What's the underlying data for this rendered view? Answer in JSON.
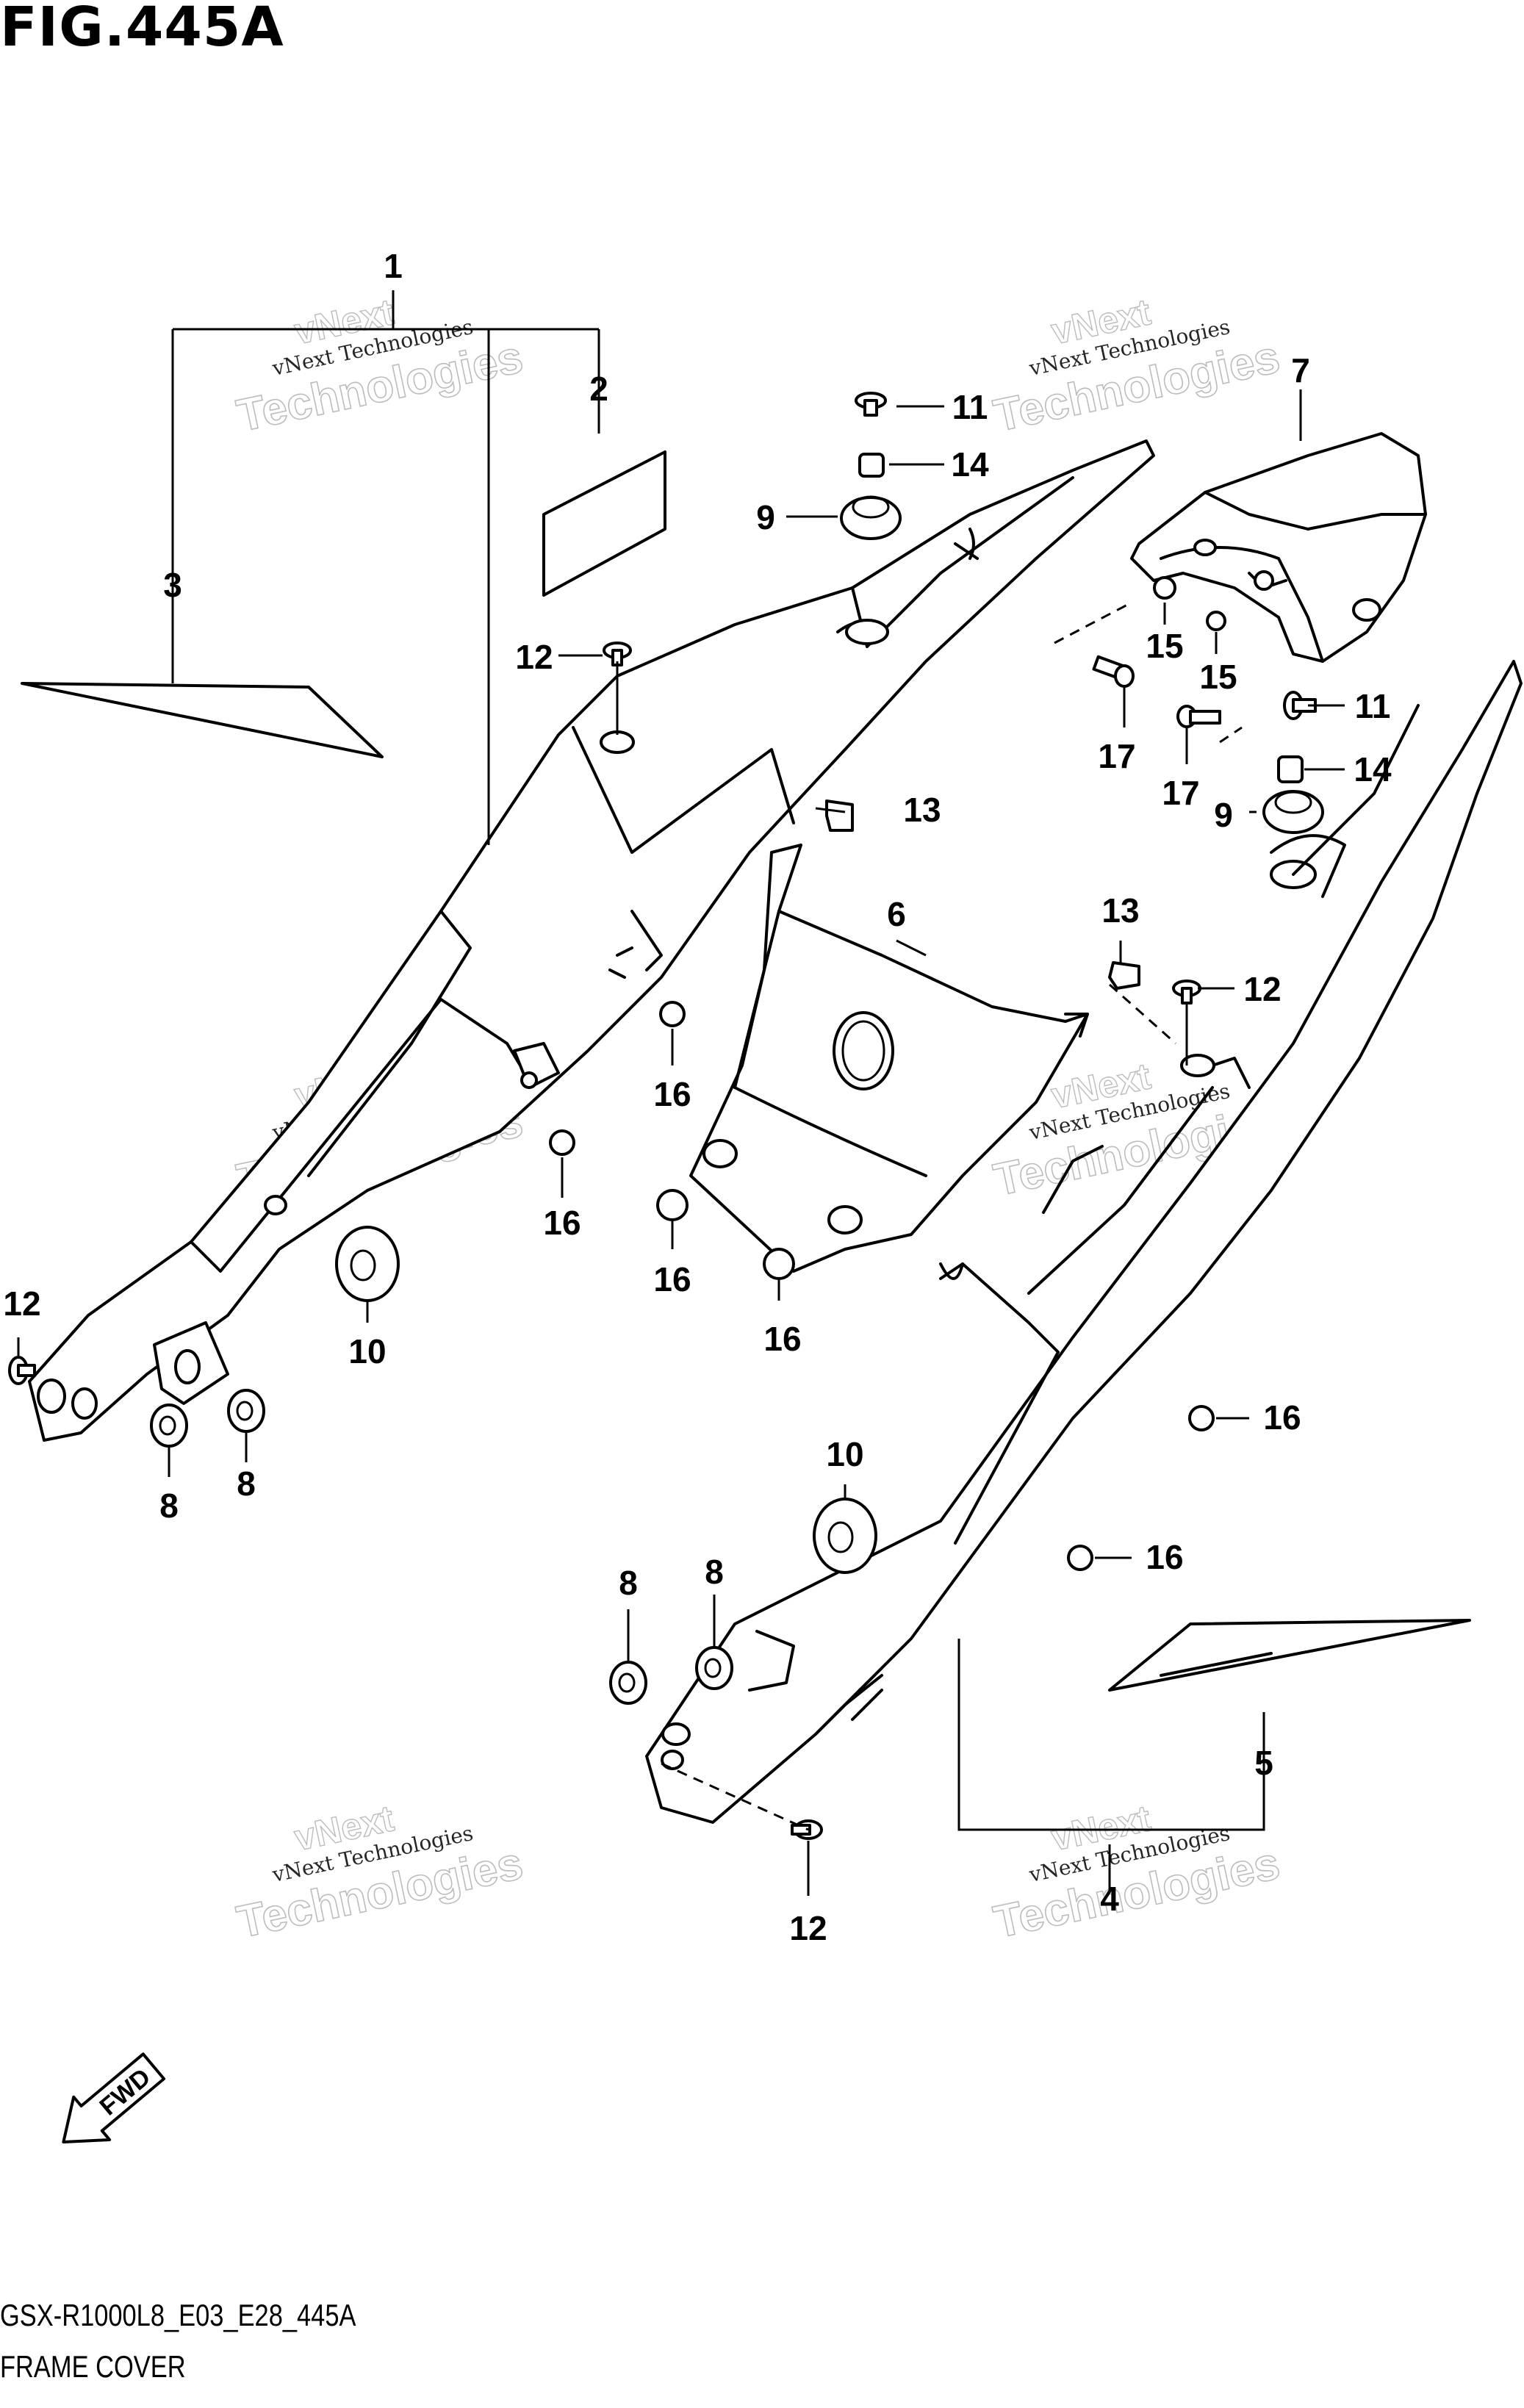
{
  "title": "FIG.445A",
  "footer": {
    "code": "GSX-R1000L8_E03_E28_445A",
    "name": "FRAME COVER"
  },
  "watermark": {
    "small": "vNext Technologies",
    "big": "Technologies",
    "top": "vNext"
  },
  "fwd_label": "FWD",
  "callouts": [
    {
      "id": "c1",
      "text": "1"
    },
    {
      "id": "c2",
      "text": "2"
    },
    {
      "id": "c3",
      "text": "3"
    },
    {
      "id": "c4",
      "text": "4"
    },
    {
      "id": "c5",
      "text": "5"
    },
    {
      "id": "c6",
      "text": "6"
    },
    {
      "id": "c7",
      "text": "7"
    },
    {
      "id": "c8a",
      "text": "8"
    },
    {
      "id": "c8b",
      "text": "8"
    },
    {
      "id": "c8c",
      "text": "8"
    },
    {
      "id": "c8d",
      "text": "8"
    },
    {
      "id": "c9a",
      "text": "9"
    },
    {
      "id": "c9b",
      "text": "9"
    },
    {
      "id": "c10a",
      "text": "10"
    },
    {
      "id": "c10b",
      "text": "10"
    },
    {
      "id": "c11a",
      "text": "11"
    },
    {
      "id": "c11b",
      "text": "11"
    },
    {
      "id": "c12a",
      "text": "12"
    },
    {
      "id": "c12b",
      "text": "12"
    },
    {
      "id": "c12c",
      "text": "12"
    },
    {
      "id": "c12d",
      "text": "12"
    },
    {
      "id": "c13a",
      "text": "13"
    },
    {
      "id": "c13b",
      "text": "13"
    },
    {
      "id": "c14a",
      "text": "14"
    },
    {
      "id": "c14b",
      "text": "14"
    },
    {
      "id": "c15a",
      "text": "15"
    },
    {
      "id": "c15b",
      "text": "15"
    },
    {
      "id": "c16a",
      "text": "16"
    },
    {
      "id": "c16b",
      "text": "16"
    },
    {
      "id": "c16c",
      "text": "16"
    },
    {
      "id": "c16d",
      "text": "16"
    },
    {
      "id": "c16e",
      "text": "16"
    },
    {
      "id": "c16f",
      "text": "16"
    },
    {
      "id": "c17a",
      "text": "17"
    },
    {
      "id": "c17b",
      "text": "17"
    }
  ]
}
